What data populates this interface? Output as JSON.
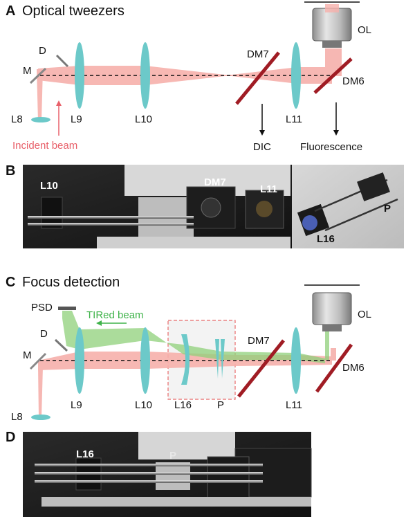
{
  "panels": {
    "a": {
      "letter": "A",
      "title": "Optical tweezers"
    },
    "b": {
      "letter": "B"
    },
    "c": {
      "letter": "C",
      "title": "Focus detection"
    },
    "d": {
      "letter": "D"
    }
  },
  "labels": {
    "D": "D",
    "M": "M",
    "L8": "L8",
    "L9": "L9",
    "L10": "L10",
    "L11": "L11",
    "L16": "L16",
    "P": "P",
    "DM6": "DM6",
    "DM7": "DM7",
    "OL": "OL",
    "PSD": "PSD",
    "incident_beam": "Incident beam",
    "dic": "DIC",
    "fluorescence": "Fluorescence",
    "tired_beam": "TIRed beam"
  },
  "colors": {
    "laser_beam": "#f6b0ab",
    "tired_beam": "#8fd07a",
    "lens": "#6cc9c9",
    "dichroic": "#a01c24",
    "incident_label": "#e8606a",
    "tired_label": "#3fb34a",
    "inset_box": "#e86a6a"
  }
}
